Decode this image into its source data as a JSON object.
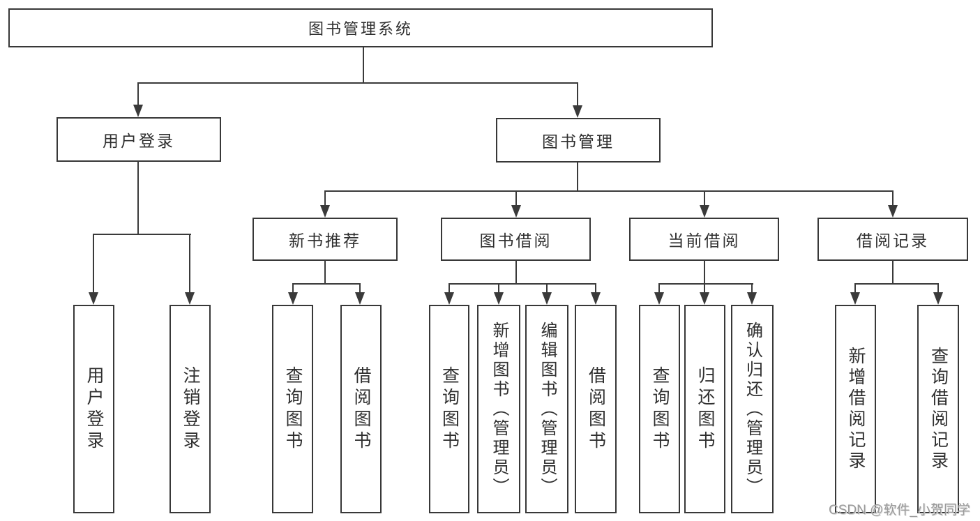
{
  "diagram": {
    "type": "hierarchy-tree",
    "root": {
      "label": "图书管理系统",
      "children": [
        {
          "label": "用户登录",
          "children": [
            {
              "label": "用户登录"
            },
            {
              "label": "注销登录"
            }
          ]
        },
        {
          "label": "图书管理",
          "children": [
            {
              "label": "新书推荐",
              "children": [
                {
                  "label": "查询图书"
                },
                {
                  "label": "借阅图书"
                }
              ]
            },
            {
              "label": "图书借阅",
              "children": [
                {
                  "label": "查询图书"
                },
                {
                  "label": "新增图书（管理员）"
                },
                {
                  "label": "编辑图书（管理员）"
                },
                {
                  "label": "借阅图书"
                }
              ]
            },
            {
              "label": "当前借阅",
              "children": [
                {
                  "label": "查询图书"
                },
                {
                  "label": "归还图书"
                },
                {
                  "label": "确认归还（管理员）"
                }
              ]
            },
            {
              "label": "借阅记录",
              "children": [
                {
                  "label": "新增借阅记录"
                },
                {
                  "label": "查询借阅记录"
                }
              ]
            }
          ]
        }
      ]
    }
  },
  "watermark": {
    "text": "CSDN @软件_小贺同学"
  },
  "colors": {
    "line": "#3a3a3a",
    "box_border": "#383838",
    "text": "#2f2f2f",
    "watermark_text": "#9a9a9a",
    "background": "#ffffff"
  }
}
